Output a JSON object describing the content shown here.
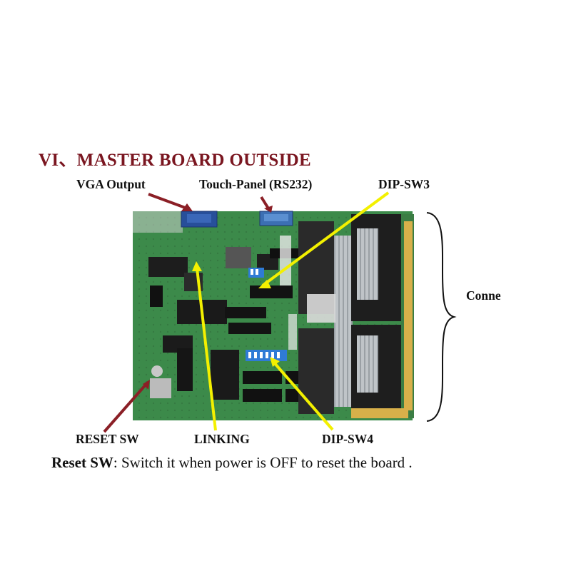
{
  "heading": {
    "text": "VI、MASTER BOARD OUTSIDE",
    "color": "#7a1620"
  },
  "callouts": {
    "vga_output": "VGA Output",
    "touch_panel": "Touch-Panel (RS232)",
    "dip_sw3": "DIP-SW3",
    "connector": "Conne",
    "reset_sw": "RESET SW",
    "linking": "LINKING",
    "dip_sw4": "DIP-SW4"
  },
  "description": {
    "term": "Reset SW",
    "text": ": Switch it when power is OFF to reset the board ."
  },
  "colors": {
    "pcb_green": "#3c8a4a",
    "arrow_dark_red": "#8b1f26",
    "arrow_yellow": "#f3f000",
    "dip_blue": "#2f7bd6",
    "gold_finger": "#d8b04a"
  }
}
